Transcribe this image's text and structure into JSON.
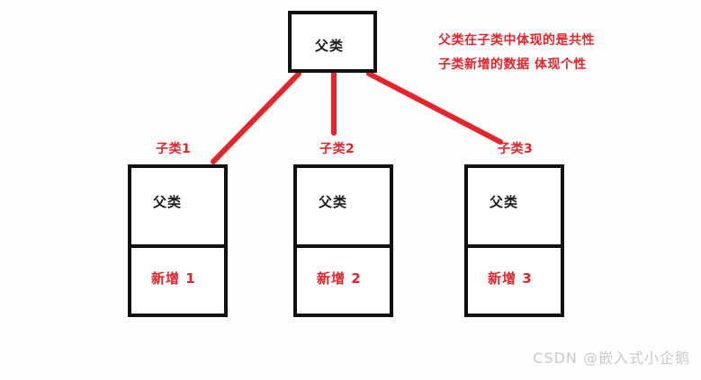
{
  "diagram": {
    "title_box": {
      "label": "父类"
    },
    "children": [
      {
        "caption": "子类1",
        "inherited_label": "父类",
        "added_label": "新增 1"
      },
      {
        "caption": "子类2",
        "inherited_label": "父类",
        "added_label": "新增 2"
      },
      {
        "caption": "子类3",
        "inherited_label": "父类",
        "added_label": "新增 3"
      }
    ],
    "annotation": {
      "line1": "父类在子类中体现的是共性",
      "line2": "子类新增的数据 体现个性"
    },
    "colors": {
      "accent_red": "#e8242a",
      "box_stroke": "#111111",
      "watermark_gray": "#c9c9c9"
    }
  },
  "watermark": {
    "text": "CSDN @嵌入式小企鹅"
  }
}
